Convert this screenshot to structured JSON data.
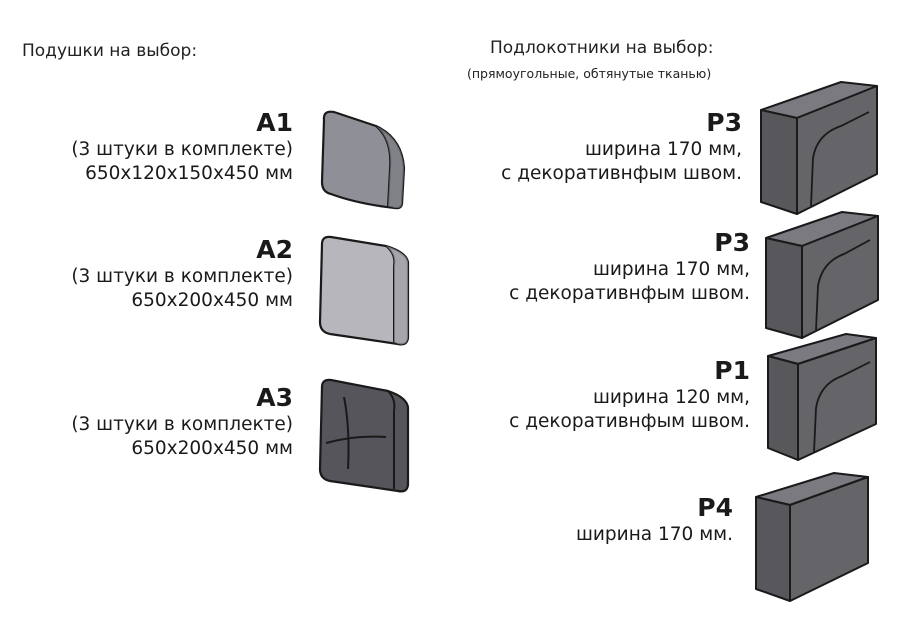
{
  "cushions": {
    "title": "Подушки на выбор:",
    "items": [
      {
        "code": "A1",
        "lines": [
          "(3 штуки в комплекте)",
          "650х120х150х450 мм"
        ],
        "color": "#8f8f97"
      },
      {
        "code": "A2",
        "lines": [
          "(3 штуки в комплекте)",
          "650х200х450 мм"
        ],
        "color": "#b6b6bc"
      },
      {
        "code": "A3",
        "lines": [
          "(3 штуки в комплекте)",
          "650х200х450 мм"
        ],
        "color": "#55555b"
      }
    ]
  },
  "armrests": {
    "title": "Подлокотники на выбор:",
    "subtitle": "(прямоугольные, обтянутые тканью)",
    "color": "#646469",
    "items": [
      {
        "code": "Р3",
        "lines": [
          "ширина 170 мм,",
          "с декоративнфым швом."
        ]
      },
      {
        "code": "Р3",
        "lines": [
          "ширина 170 мм,",
          "с декоративнфым швом."
        ]
      },
      {
        "code": "Р1",
        "lines": [
          "ширина 120 мм,",
          "с декоративнфым швом."
        ]
      },
      {
        "code": "Р4",
        "lines": [
          "ширина 170 мм."
        ]
      }
    ]
  }
}
